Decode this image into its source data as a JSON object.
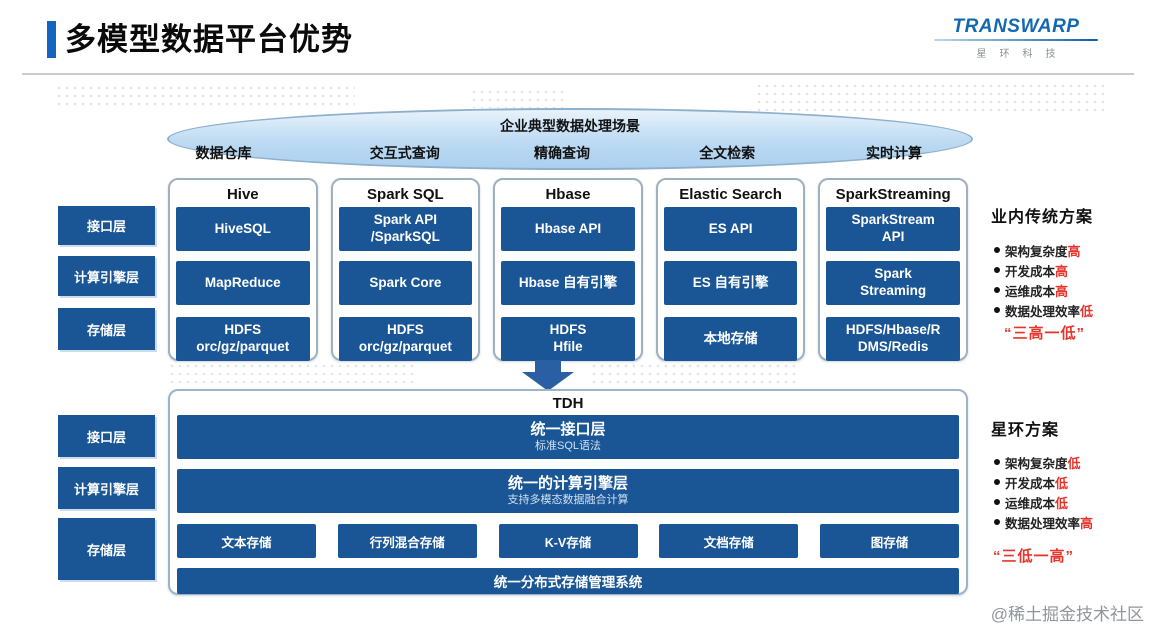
{
  "title": "多模型数据平台优势",
  "logo": {
    "brand": "TRANSWARP",
    "subtitle": "星环科技"
  },
  "watermark": "@稀土掘金技术社区",
  "theme": {
    "primary_blue": "#1A5696",
    "ellipse_blue": "#BCDAF2",
    "accent_red": "#E8352B",
    "title_accent_blue": "#1565C0"
  },
  "scenario": {
    "title": "企业典型数据处理场景",
    "categories": [
      "数据仓库",
      "交互式查询",
      "精确查询",
      "全文检索",
      "实时计算"
    ]
  },
  "layer_labels": {
    "top": [
      "接口层",
      "计算引擎层",
      "存储层"
    ],
    "bottom": [
      "接口层",
      "计算引擎层",
      "存储层"
    ]
  },
  "stacks": [
    {
      "name": "Hive",
      "interface": "HiveSQL",
      "engine": "MapReduce",
      "storage": "HDFS\norc/gz/parquet"
    },
    {
      "name": "Spark SQL",
      "interface": "Spark API\n/SparkSQL",
      "engine": "Spark Core",
      "storage": "HDFS\norc/gz/parquet"
    },
    {
      "name": "Hbase",
      "interface": "Hbase API",
      "engine": "Hbase 自有引擎",
      "storage": "HDFS\nHfile"
    },
    {
      "name": "Elastic Search",
      "interface": "ES API",
      "engine": "ES 自有引擎",
      "storage": "本地存储"
    },
    {
      "name": "SparkStreaming",
      "interface": "SparkStream\nAPI",
      "engine": "Spark\nStreaming",
      "storage": "HDFS/Hbase/R\nDMS/Redis"
    }
  ],
  "traditional": {
    "title": "业内传统方案",
    "bullets": [
      {
        "label": "架构复杂度",
        "value": "高"
      },
      {
        "label": "开发成本",
        "value": "高"
      },
      {
        "label": "运维成本",
        "value": "高"
      },
      {
        "label": "数据处理效率",
        "value": "低"
      }
    ],
    "summary": "“三高一低”"
  },
  "transwarp": {
    "title": "星环方案",
    "bullets": [
      {
        "label": "架构复杂度",
        "value": "低"
      },
      {
        "label": "开发成本",
        "value": "低"
      },
      {
        "label": "运维成本",
        "value": "低"
      },
      {
        "label": "数据处理效率",
        "value": "高"
      }
    ],
    "summary": "“三低一高”"
  },
  "tdh": {
    "title": "TDH",
    "interface_layer": {
      "title": "统一接口层",
      "subtitle": "标准SQL语法"
    },
    "engine_layer": {
      "title": "统一的计算引擎层",
      "subtitle": "支持多模态数据融合计算"
    },
    "storage_boxes": [
      "文本存储",
      "行列混合存储",
      "K-V存储",
      "文档存储",
      "图存储"
    ],
    "storage_system": "统一分布式存储管理系统"
  }
}
